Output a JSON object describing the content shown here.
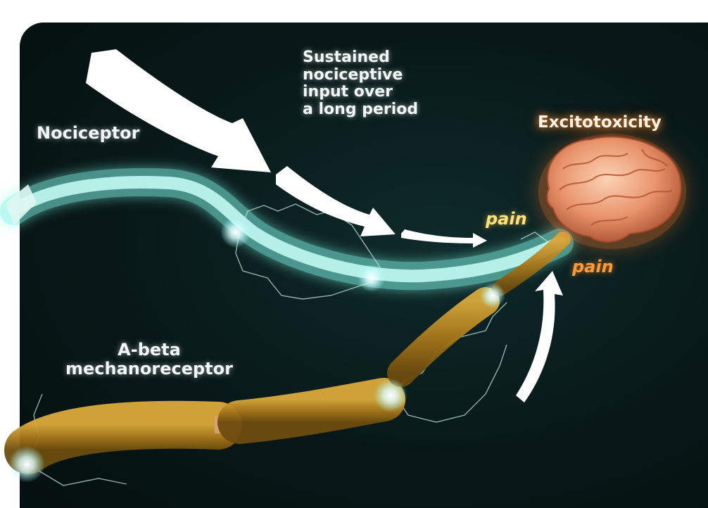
{
  "labels": {
    "nociceptor": "Nociceptor",
    "sustained": "Sustained\nnociceptive\ninput over\na long period",
    "excitotoxicity": "Excitotoxicity",
    "abeta": "A-beta\nmechanoreceptor",
    "pain_upper": "pain",
    "pain_lower": "pain"
  },
  "colors": {
    "background": "#081818",
    "nociceptor_fiber": "#7ff5e6",
    "abeta_fiber": "#b8891f",
    "arrow": "#ffffff",
    "pain_upper": "#ffe27a",
    "pain_lower": "#ff9a3c",
    "brain": "#f2b08a"
  },
  "icons": {
    "brain": "brain-icon",
    "flow_arrow": "curved-arrow-icon",
    "signal_arrow": "upward-arrow-icon"
  }
}
